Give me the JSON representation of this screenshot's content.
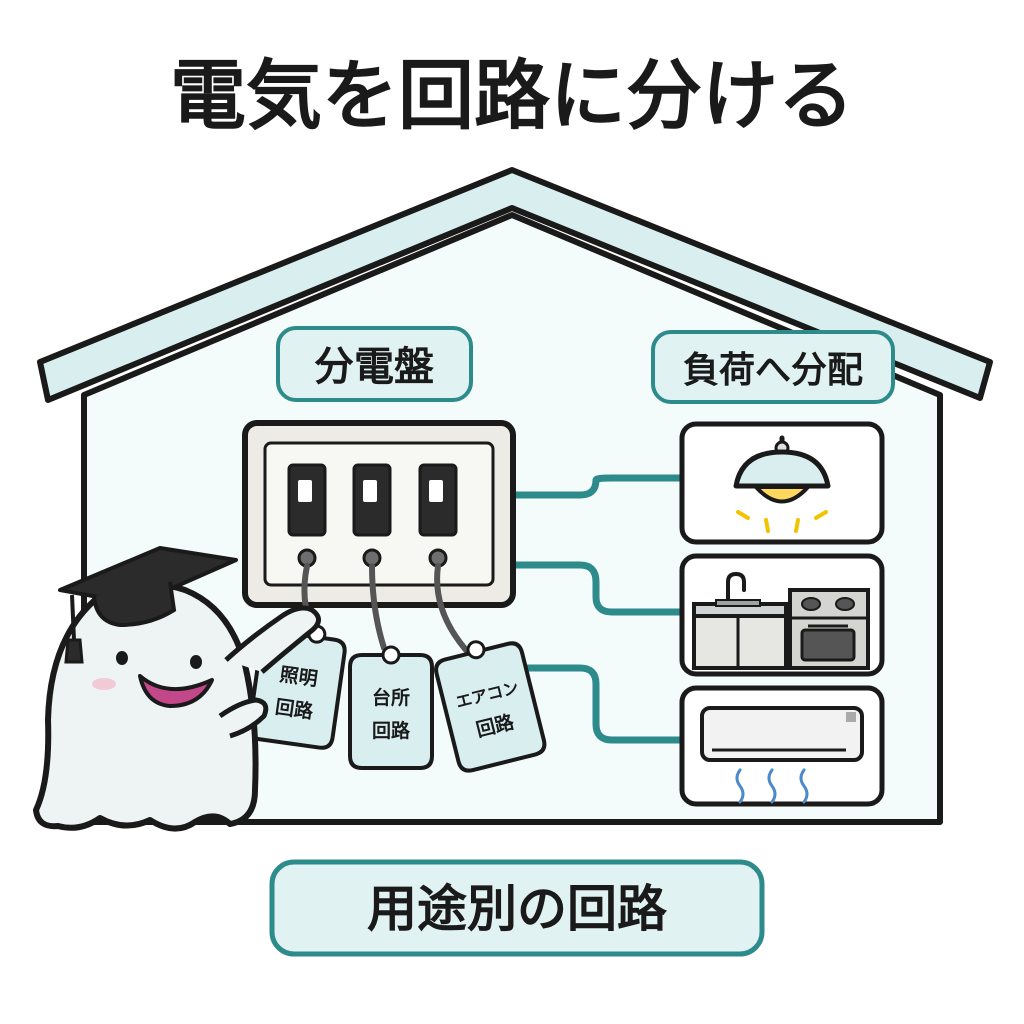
{
  "title": "電気を回路に分ける",
  "labels": {
    "panel": "分電盤",
    "distribute": "負荷へ分配",
    "bottom": "用途別の回路"
  },
  "tags": [
    {
      "line1": "照明",
      "line2": "回路"
    },
    {
      "line1": "台所",
      "line2": "回路"
    },
    {
      "line1": "エアコン",
      "line2": "回路"
    }
  ],
  "loads": [
    "ceiling-lamp",
    "kitchen",
    "air-conditioner"
  ],
  "colors": {
    "outline": "#1a1a1a",
    "roof": "#d9efef",
    "house": "#f4fbfb",
    "label_fill": "#e0f2f2",
    "label_border": "#2e8b8b",
    "wire": "#2e8b8b",
    "tag_fill": "#d9efef",
    "lamp_glow": "#ffd75e",
    "breaker": "#2b2b2b",
    "panel": "#ecebe6"
  }
}
